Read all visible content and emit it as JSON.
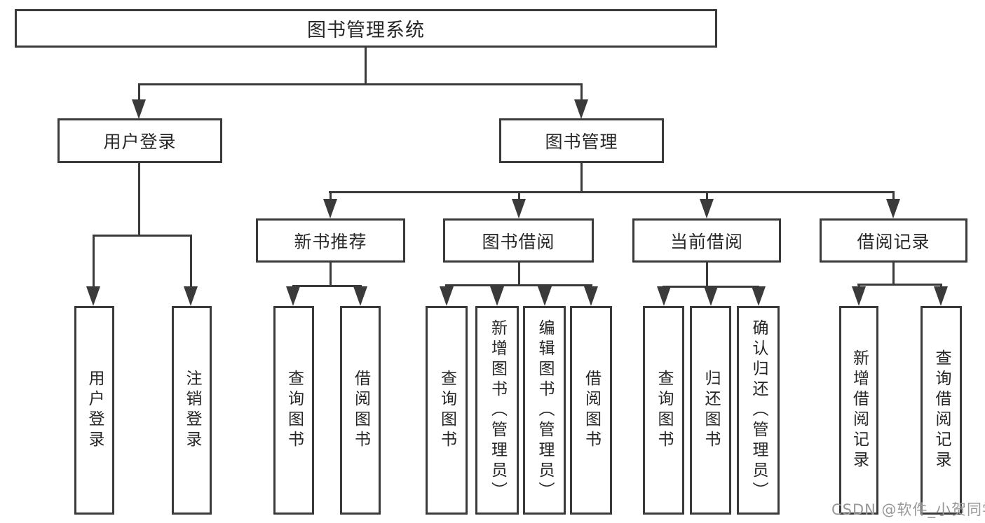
{
  "nodes": {
    "root": "图书管理系统",
    "user_login": "用户登录",
    "book_mgmt": "图书管理",
    "new_book_rec": "新书推荐",
    "book_borrow": "图书借阅",
    "current_borrow": "当前借阅",
    "borrow_records": "借阅记录",
    "leaf_user_login": "用户登录",
    "leaf_logout": "注销登录",
    "leaf_query_books_nb": "查询图书",
    "leaf_borrow_books_nb": "借阅图书",
    "leaf_query_books_bb": "查询图书",
    "leaf_add_books_admin": "新增图书（管理员）",
    "leaf_edit_books_admin": "编辑图书（管理员）",
    "leaf_borrow_books_bb": "借阅图书",
    "leaf_query_books_cb": "查询图书",
    "leaf_return_books": "归还图书",
    "leaf_confirm_return_admin": "确认归还（管理员）",
    "leaf_add_borrow_record": "新增借阅记录",
    "leaf_query_borrow_record": "查询借阅记录"
  },
  "watermark": "CSDN @软件_小贺同学",
  "colors": {
    "line": "#3a3a3a",
    "text": "#262626",
    "background": "#ffffff",
    "watermark": "#979797"
  },
  "hierarchy": {
    "图书管理系统": {
      "用户登录": [
        "用户登录",
        "注销登录"
      ],
      "图书管理": {
        "新书推荐": [
          "查询图书",
          "借阅图书"
        ],
        "图书借阅": [
          "查询图书",
          "新增图书（管理员）",
          "编辑图书（管理员）",
          "借阅图书"
        ],
        "当前借阅": [
          "查询图书",
          "归还图书",
          "确认归还（管理员）"
        ],
        "借阅记录": [
          "新增借阅记录",
          "查询借阅记录"
        ]
      }
    }
  }
}
